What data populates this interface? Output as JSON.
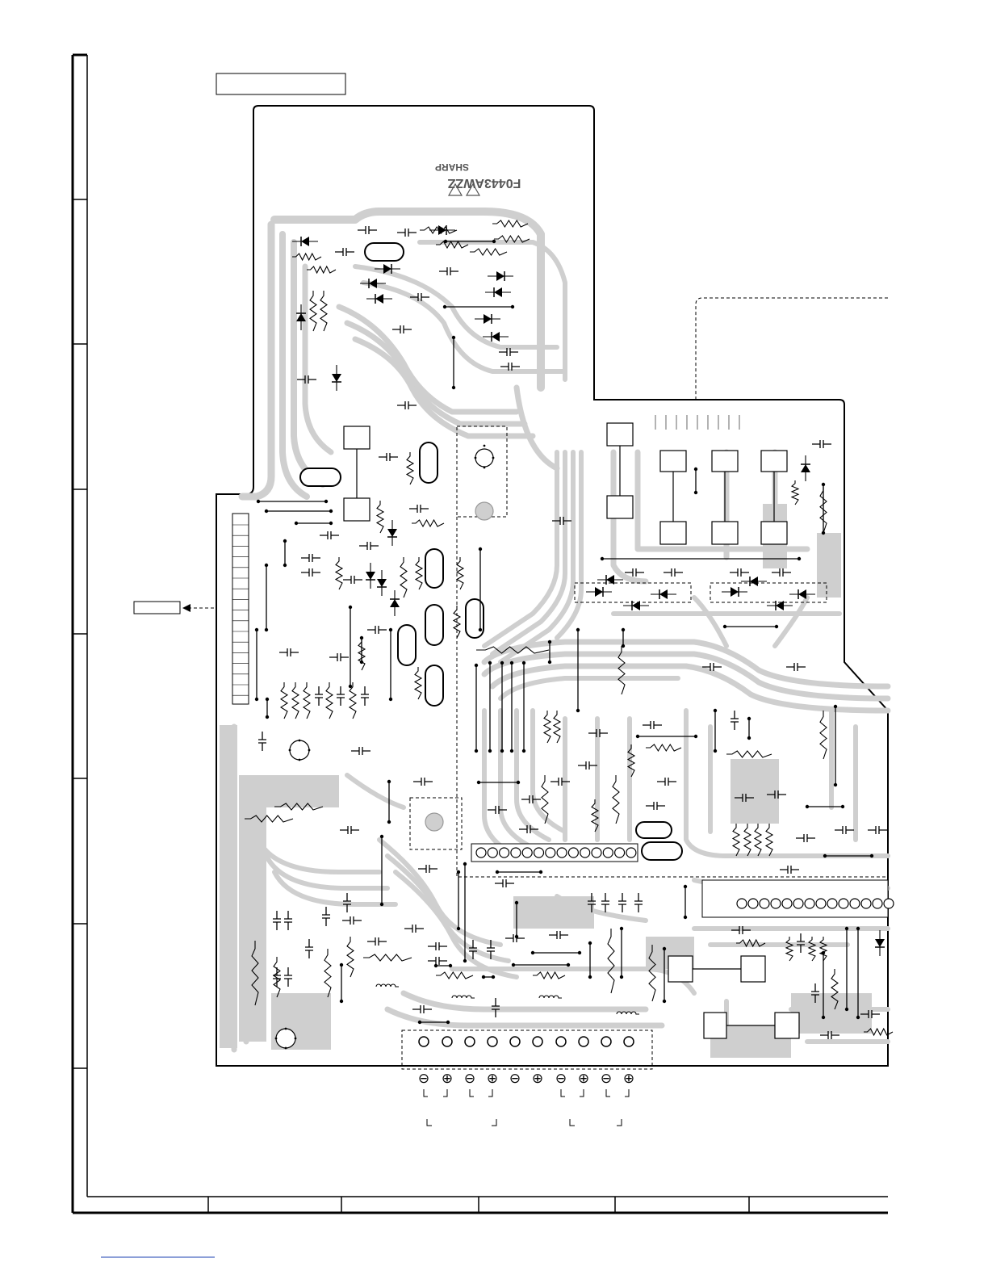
{
  "board": {
    "part_number": "F0443AWZZ",
    "maker": "SHARP",
    "warning_mark": "△!",
    "label_box_top": "",
    "label_box_left": ""
  },
  "terminals": {
    "polarities": [
      "⊖",
      "⊕",
      "⊖",
      "⊕",
      "⊖",
      "⊕",
      "⊖",
      "⊕",
      "⊖",
      "⊕"
    ]
  },
  "frame": {
    "row_count": 8,
    "column_count": 6
  },
  "colors": {
    "copper": "#cfcfcf",
    "board_outline": "#000000",
    "component": "#000000",
    "background": "#ffffff"
  },
  "footer": {
    "link_text": ""
  }
}
